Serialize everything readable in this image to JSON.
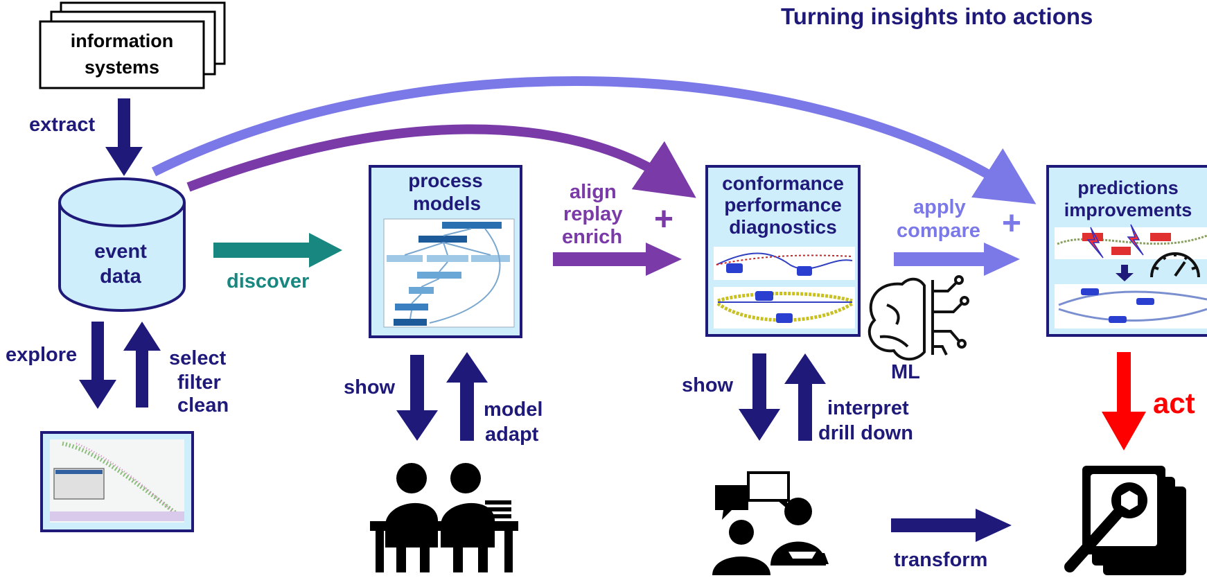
{
  "title": "Turning insights into actions",
  "source": {
    "line1": "information",
    "line2": "systems"
  },
  "event_data": {
    "line1": "event",
    "line2": "data"
  },
  "arrows": {
    "extract": "extract",
    "discover": "discover",
    "explore": "explore",
    "select": {
      "line1": "select",
      "line2": "filter",
      "line3": "clean"
    },
    "align": {
      "line1": "align",
      "line2": "replay",
      "line3": "enrich"
    },
    "apply": {
      "line1": "apply",
      "line2": "compare"
    },
    "show_models": "show",
    "model_adapt": {
      "line1": "model",
      "line2": "adapt"
    },
    "show_conformance": "show",
    "interpret": {
      "line1": "interpret",
      "line2": "drill down"
    },
    "transform": "transform",
    "act": "act",
    "plus": "+"
  },
  "cards": {
    "process_models": {
      "line1": "process",
      "line2": "models"
    },
    "conformance": {
      "line1": "conformance",
      "line2": "performance",
      "line3": "diagnostics"
    },
    "predictions": {
      "line1": "predictions",
      "line2": "improvements"
    }
  },
  "ml_label": "ML",
  "colors": {
    "navy": "#1f1a7a",
    "teal": "#17877f",
    "purple": "#7a3aa8",
    "lavender": "#7b78e8",
    "red": "#ff0000",
    "card_fill": "#cdeefa",
    "card_border": "#1f1a7a"
  },
  "icons": [
    "database-icon",
    "documents-icon",
    "people-at-desk-icon",
    "presentation-meeting-icon",
    "brain-circuit-icon",
    "wrench-tool-icon",
    "gauge-icon",
    "lightning-icon"
  ]
}
